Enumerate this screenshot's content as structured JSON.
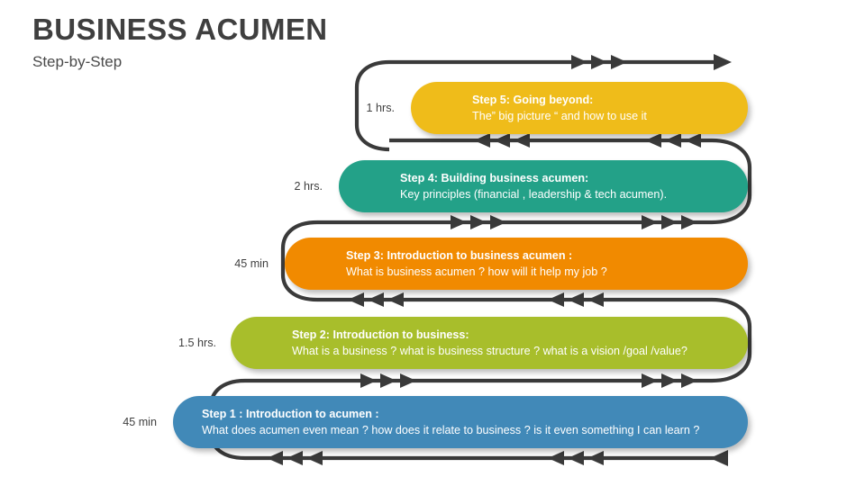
{
  "header": {
    "title": "BUSINESS ACUMEN",
    "subtitle": "Step-by-Step"
  },
  "colors": {
    "step5": "#EFBC1A",
    "step4": "#23A188",
    "step3": "#F18A00",
    "step2": "#A8BE2B",
    "step1": "#4189B8",
    "path": "#3A3A3A",
    "text_dark": "#3f3f3f",
    "bar_text": "#ffffff",
    "background": "#ffffff"
  },
  "steps": [
    {
      "id": "step-5",
      "duration": "1 hrs.",
      "heading": "Step 5: Going beyond:",
      "detail": "The” big picture “ and how to use it",
      "color": "#EFBC1A"
    },
    {
      "id": "step-4",
      "duration": "2 hrs.",
      "heading": "Step 4: Building business acumen:",
      "detail": "Key principles (financial , leadership & tech acumen).",
      "color": "#23A188"
    },
    {
      "id": "step-3",
      "duration": "45 min",
      "heading": "Step 3: Introduction to business acumen :",
      "detail": "What is business acumen ? how will it help my job ?",
      "color": "#F18A00"
    },
    {
      "id": "step-2",
      "duration": "1.5 hrs.",
      "heading": "Step 2: Introduction to business:",
      "detail": "What is a business ? what is business structure ? what is a vision /goal /value?",
      "color": "#A8BE2B"
    },
    {
      "id": "step-1",
      "duration": "45 min",
      "heading": "Step 1 : Introduction to acumen :",
      "detail": "What does acumen even mean ? how does it relate to business ? is it even something I can learn ?",
      "color": "#4189B8"
    }
  ],
  "connectors": [
    {
      "id": "connector-top",
      "direction": "right",
      "chevrons": 3,
      "end_arrow": "right"
    },
    {
      "id": "connector-5-to-4",
      "direction": "left",
      "chevrons": 6,
      "end_arrow": "none"
    },
    {
      "id": "connector-4-to-3",
      "direction": "right",
      "chevrons": 6,
      "end_arrow": "none"
    },
    {
      "id": "connector-3-to-2",
      "direction": "left",
      "chevrons": 6,
      "end_arrow": "none"
    },
    {
      "id": "connector-2-to-1",
      "direction": "right",
      "chevrons": 6,
      "end_arrow": "none"
    },
    {
      "id": "connector-bottom",
      "direction": "left",
      "chevrons": 6,
      "end_arrow": "left"
    }
  ]
}
